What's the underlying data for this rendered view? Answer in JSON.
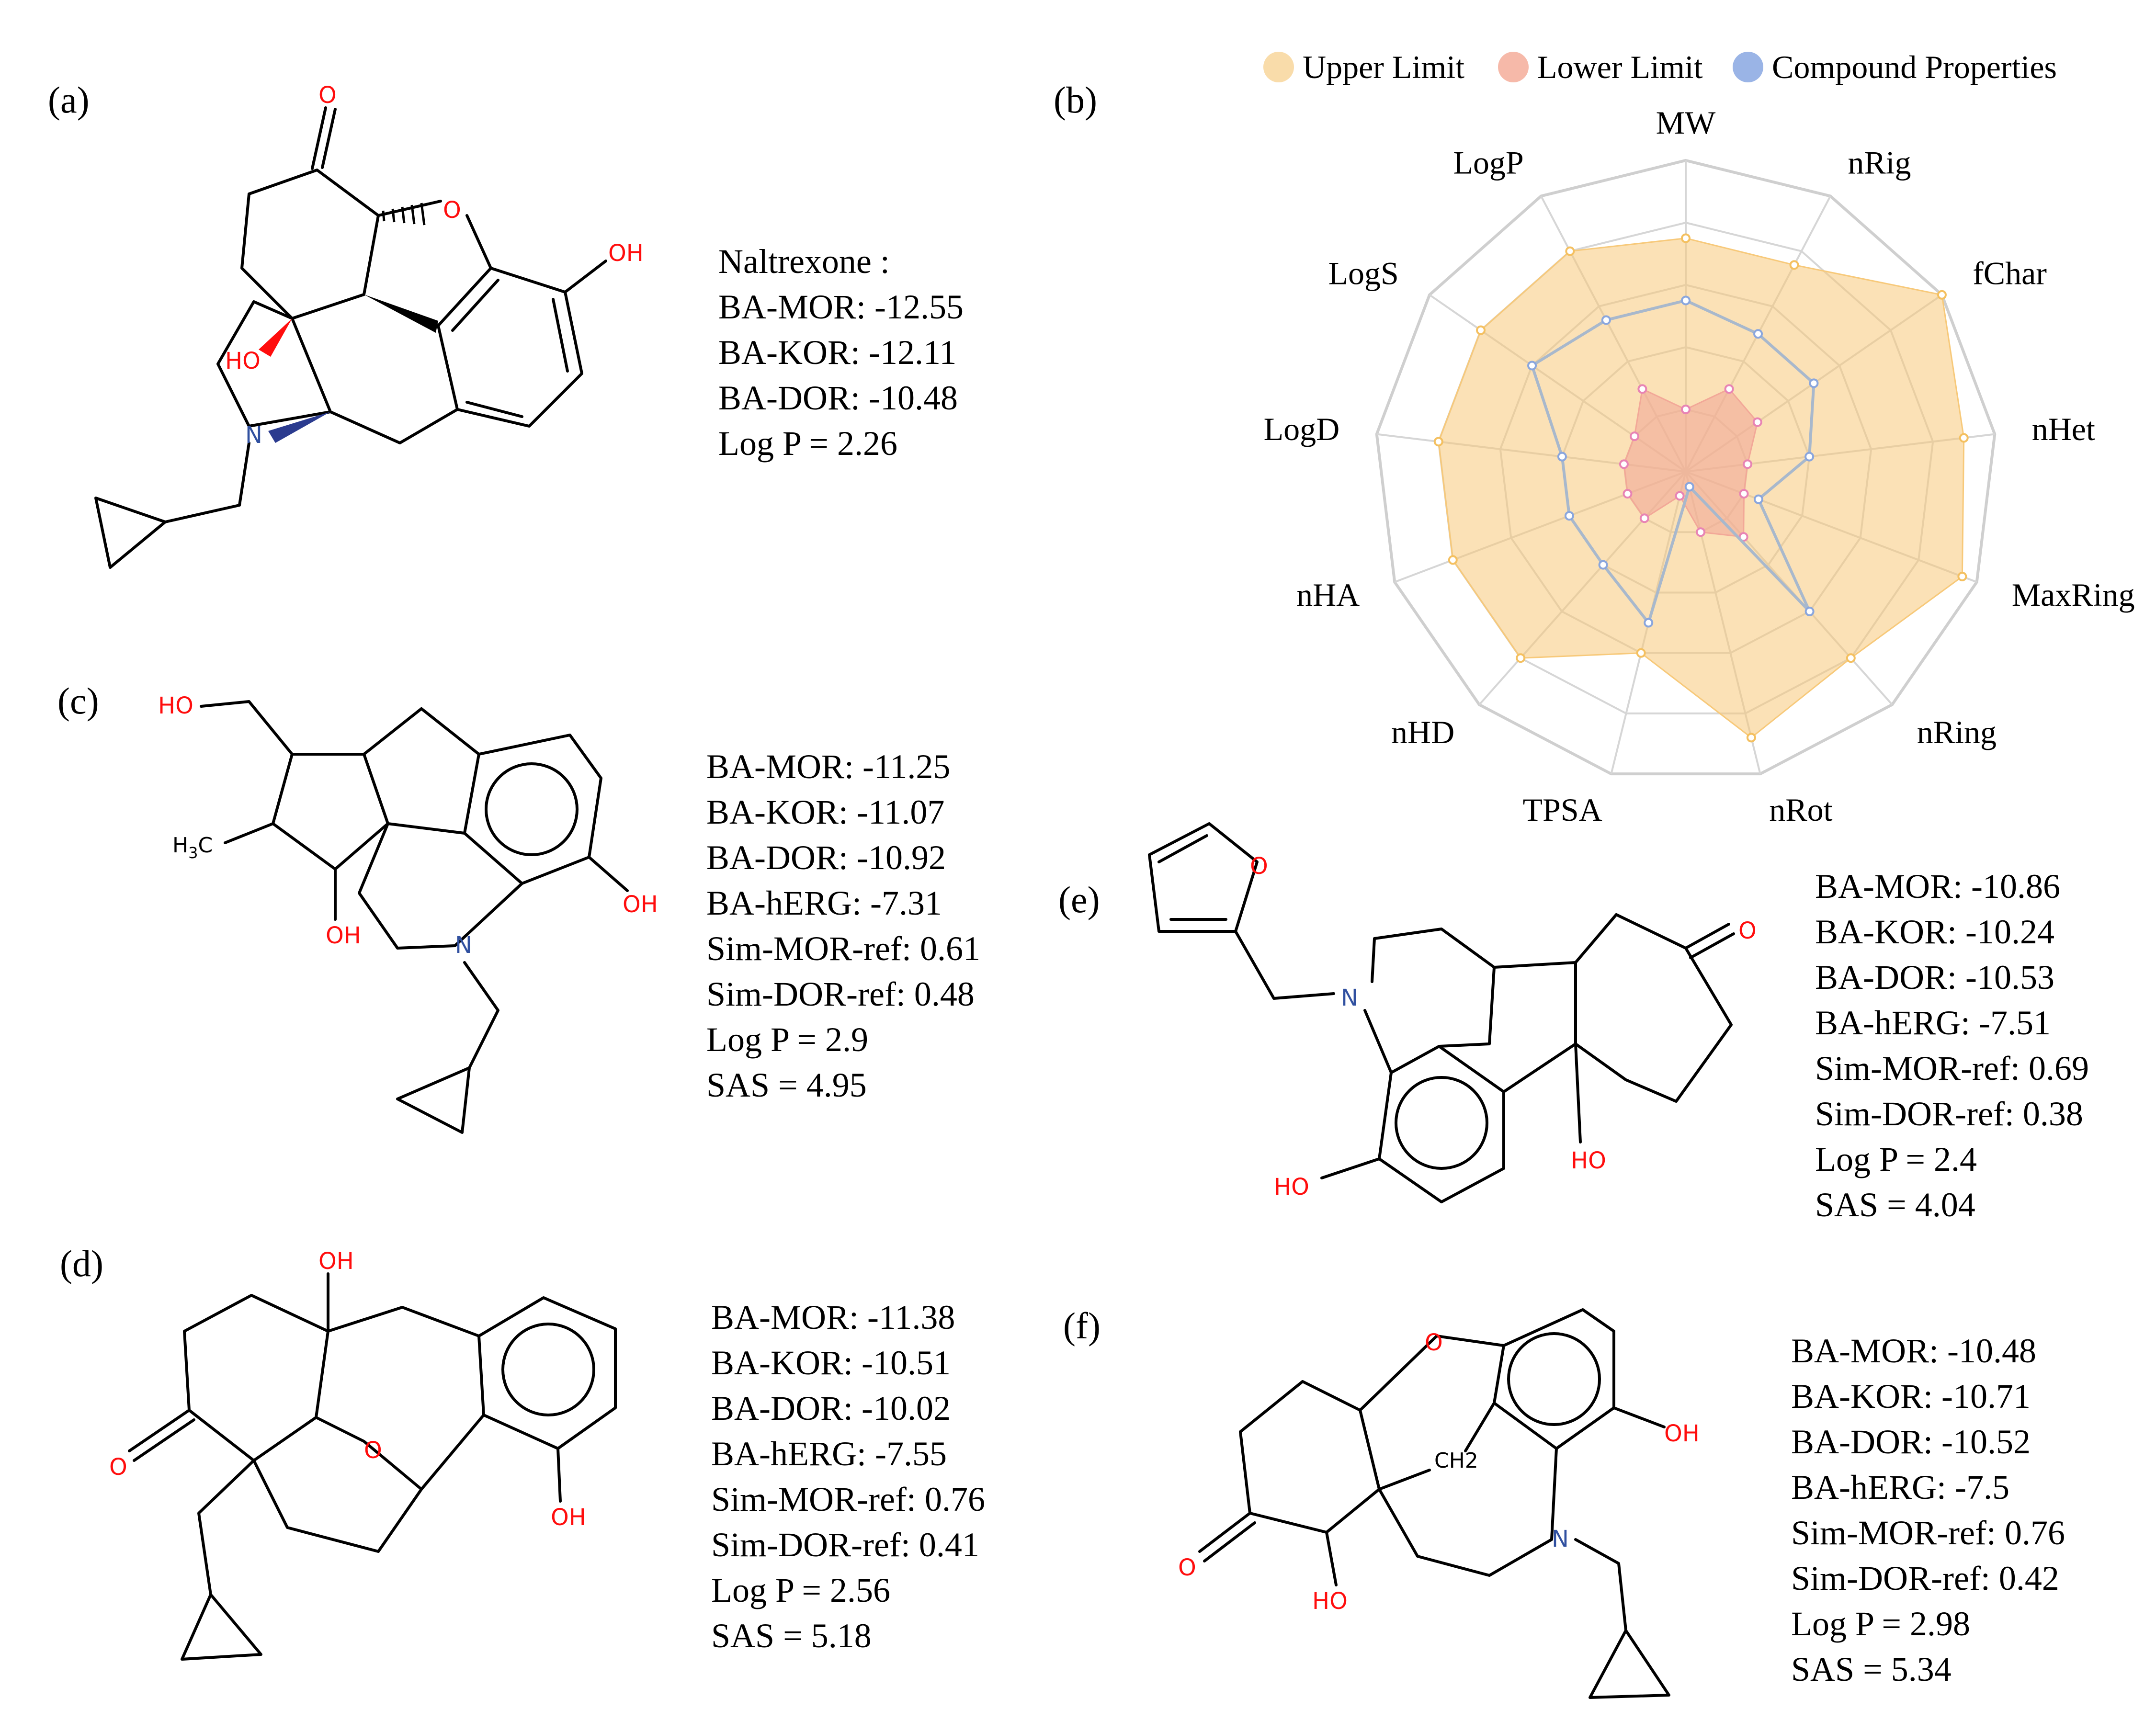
{
  "panels": {
    "a": {
      "label": "(a)",
      "name": "Naltrexone :",
      "props": [
        "BA-MOR: -12.55",
        "BA-KOR: -12.11",
        "BA-DOR: -10.48",
        "Log P = 2.26"
      ],
      "atoms": [
        "O",
        "O",
        "OH",
        "HO",
        "N"
      ]
    },
    "b": {
      "label": "(b)"
    },
    "c": {
      "label": "(c)",
      "props": [
        "BA-MOR: -11.25",
        "BA-KOR: -11.07",
        "BA-DOR: -10.92",
        "BA-hERG: -7.31",
        "Sim-MOR-ref: 0.61",
        "Sim-DOR-ref: 0.48",
        "Log P = 2.9",
        "SAS = 4.95"
      ],
      "atoms": [
        "HO",
        "H3C",
        "OH",
        "N",
        "OH"
      ]
    },
    "d": {
      "label": "(d)",
      "props": [
        "BA-MOR: -11.38",
        "BA-KOR: -10.51",
        "BA-DOR: -10.02",
        "BA-hERG: -7.55",
        "Sim-MOR-ref: 0.76",
        "Sim-DOR-ref: 0.41",
        "Log P = 2.56",
        "SAS = 5.18"
      ],
      "atoms": [
        "OH",
        "O",
        "O",
        "OH"
      ]
    },
    "e": {
      "label": "(e)",
      "props": [
        "BA-MOR: -10.86",
        "BA-KOR: -10.24",
        "BA-DOR: -10.53",
        "BA-hERG: -7.51",
        "Sim-MOR-ref: 0.69",
        "Sim-DOR-ref: 0.38",
        "Log P = 2.4",
        "SAS = 4.04"
      ],
      "atoms": [
        "O",
        "N",
        "O",
        "HO",
        "HO"
      ]
    },
    "f": {
      "label": "(f)",
      "props": [
        "BA-MOR: -10.48",
        "BA-KOR: -10.71",
        "BA-DOR: -10.52",
        "BA-hERG: -7.5",
        "Sim-MOR-ref: 0.76",
        "Sim-DOR-ref: 0.42",
        "Log P = 2.98",
        "SAS = 5.34"
      ],
      "atoms": [
        "O",
        "OH",
        "CH2",
        "N",
        "O",
        "HO"
      ]
    }
  },
  "chart_data": {
    "type": "radar",
    "axes": [
      "MW",
      "nRig",
      "fChar",
      "nHet",
      "MaxRing",
      "nRing",
      "nRot",
      "TPSA",
      "nHD",
      "nHA",
      "LogD",
      "LogS",
      "LogP"
    ],
    "series": [
      {
        "name": "Upper Limit",
        "color": "#f7c97a",
        "values": [
          0.75,
          0.75,
          1.0,
          0.9,
          0.95,
          0.8,
          0.88,
          0.6,
          0.8,
          0.8,
          0.8,
          0.8,
          0.8
        ]
      },
      {
        "name": "Lower Limit",
        "color": "#f2a898",
        "values": [
          0.2,
          0.3,
          0.28,
          0.2,
          0.2,
          0.28,
          0.2,
          0.08,
          0.2,
          0.2,
          0.2,
          0.2,
          0.3
        ]
      },
      {
        "name": "Compound Properties",
        "color": "#8aa6dd",
        "values": [
          0.55,
          0.5,
          0.5,
          0.4,
          0.25,
          0.6,
          0.05,
          0.5,
          0.4,
          0.4,
          0.4,
          0.6,
          0.55
        ]
      }
    ],
    "range": [
      0,
      1
    ],
    "legend": "top"
  }
}
